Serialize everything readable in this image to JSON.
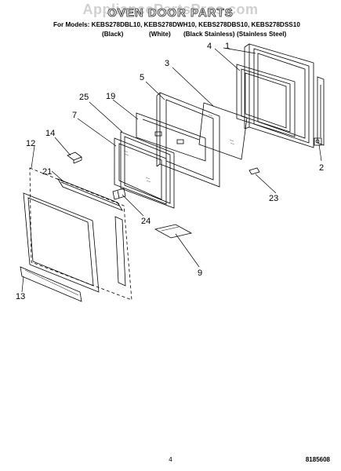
{
  "watermark": "AppliancePartsPros.com",
  "title": "OVEN DOOR PARTS",
  "models_line": "For Models: KEBS278DBL10, KEBS278DWH10, KEBS278DBS10, KEBS278DSS10",
  "finishes": [
    "(Black)",
    "(White)",
    "(Black Stainless)",
    "(Stainless Steel)"
  ],
  "callouts": [
    "1",
    "2",
    "3",
    "4",
    "5",
    "7",
    "9",
    "12",
    "13",
    "14",
    "19",
    "21",
    "23",
    "24",
    "25"
  ],
  "page_number": "4",
  "document_number": "8185608"
}
